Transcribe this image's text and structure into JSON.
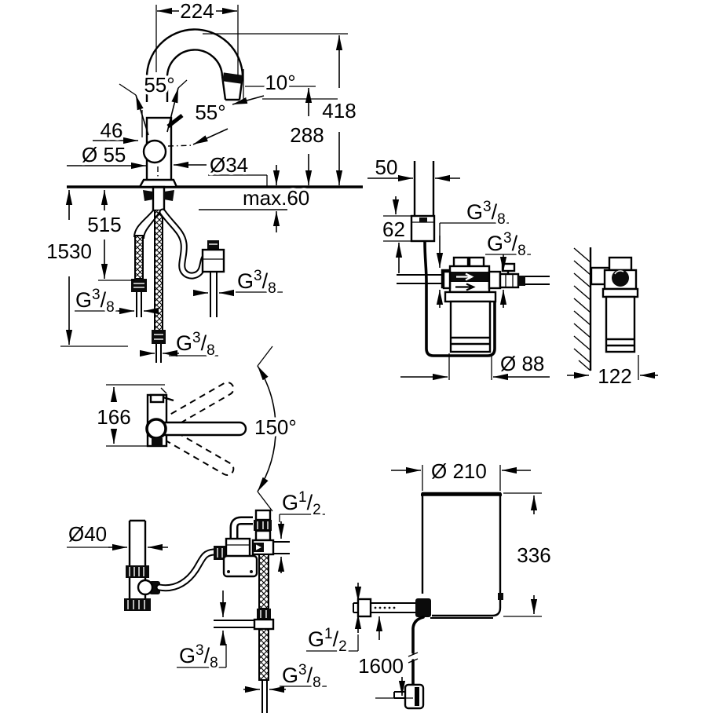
{
  "drawing": {
    "background": "#ffffff",
    "line_color": "#000000"
  },
  "labels": {
    "g38": {
      "g": "G",
      "sup": "3",
      "slash": "/",
      "sub": "8"
    },
    "g12": {
      "g": "G",
      "sup": "1",
      "slash": "/",
      "sub": "2"
    }
  },
  "figures": {
    "faucet_front": {
      "width_top": "224",
      "angle_swing": "55°",
      "angle_spout": "10°",
      "height_total": "418",
      "height_outlet": "288",
      "angle_lever": "55°",
      "lever_length": "46",
      "base_diameter": "Ø 55",
      "shank_diameter": "Ø34",
      "counter_max": "max.60",
      "hose_drop": "515",
      "hose_total": "1530"
    },
    "filter_unit": {
      "box_width": "50",
      "box_height": "62",
      "cartridge_diameter": "Ø 88"
    },
    "filter_side": {
      "depth": "122"
    },
    "top_view": {
      "body_length": "166",
      "swivel_angle": "150°"
    },
    "valve_assembly": {
      "drain_diameter": "Ø40"
    },
    "boiler": {
      "diameter": "Ø 210",
      "height": "336",
      "cable_length": "1600"
    }
  }
}
